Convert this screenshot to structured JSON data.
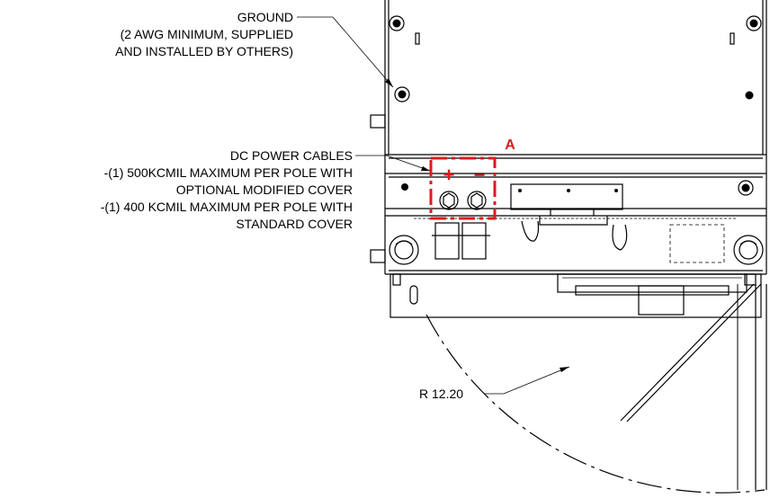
{
  "callouts": {
    "ground": {
      "line1": "GROUND",
      "line2": "(2 AWG MINIMUM, SUPPLIED",
      "line3": "AND INSTALLED BY OTHERS)"
    },
    "dc_power": {
      "line1": "DC POWER CABLES",
      "line2": "-(1) 500KCMIL MAXIMUM PER POLE WITH",
      "line3": "OPTIONAL MODIFIED COVER",
      "line4": "-(1) 400 KCMIL MAXIMUM PER POLE WITH",
      "line5": "STANDARD COVER"
    },
    "detail": {
      "marker": "A",
      "plus": "+",
      "minus": "−"
    },
    "radius": {
      "label": "R 12.20"
    }
  },
  "colors": {
    "highlight": "#e0191b",
    "line": "#000000",
    "background": "#ffffff"
  }
}
